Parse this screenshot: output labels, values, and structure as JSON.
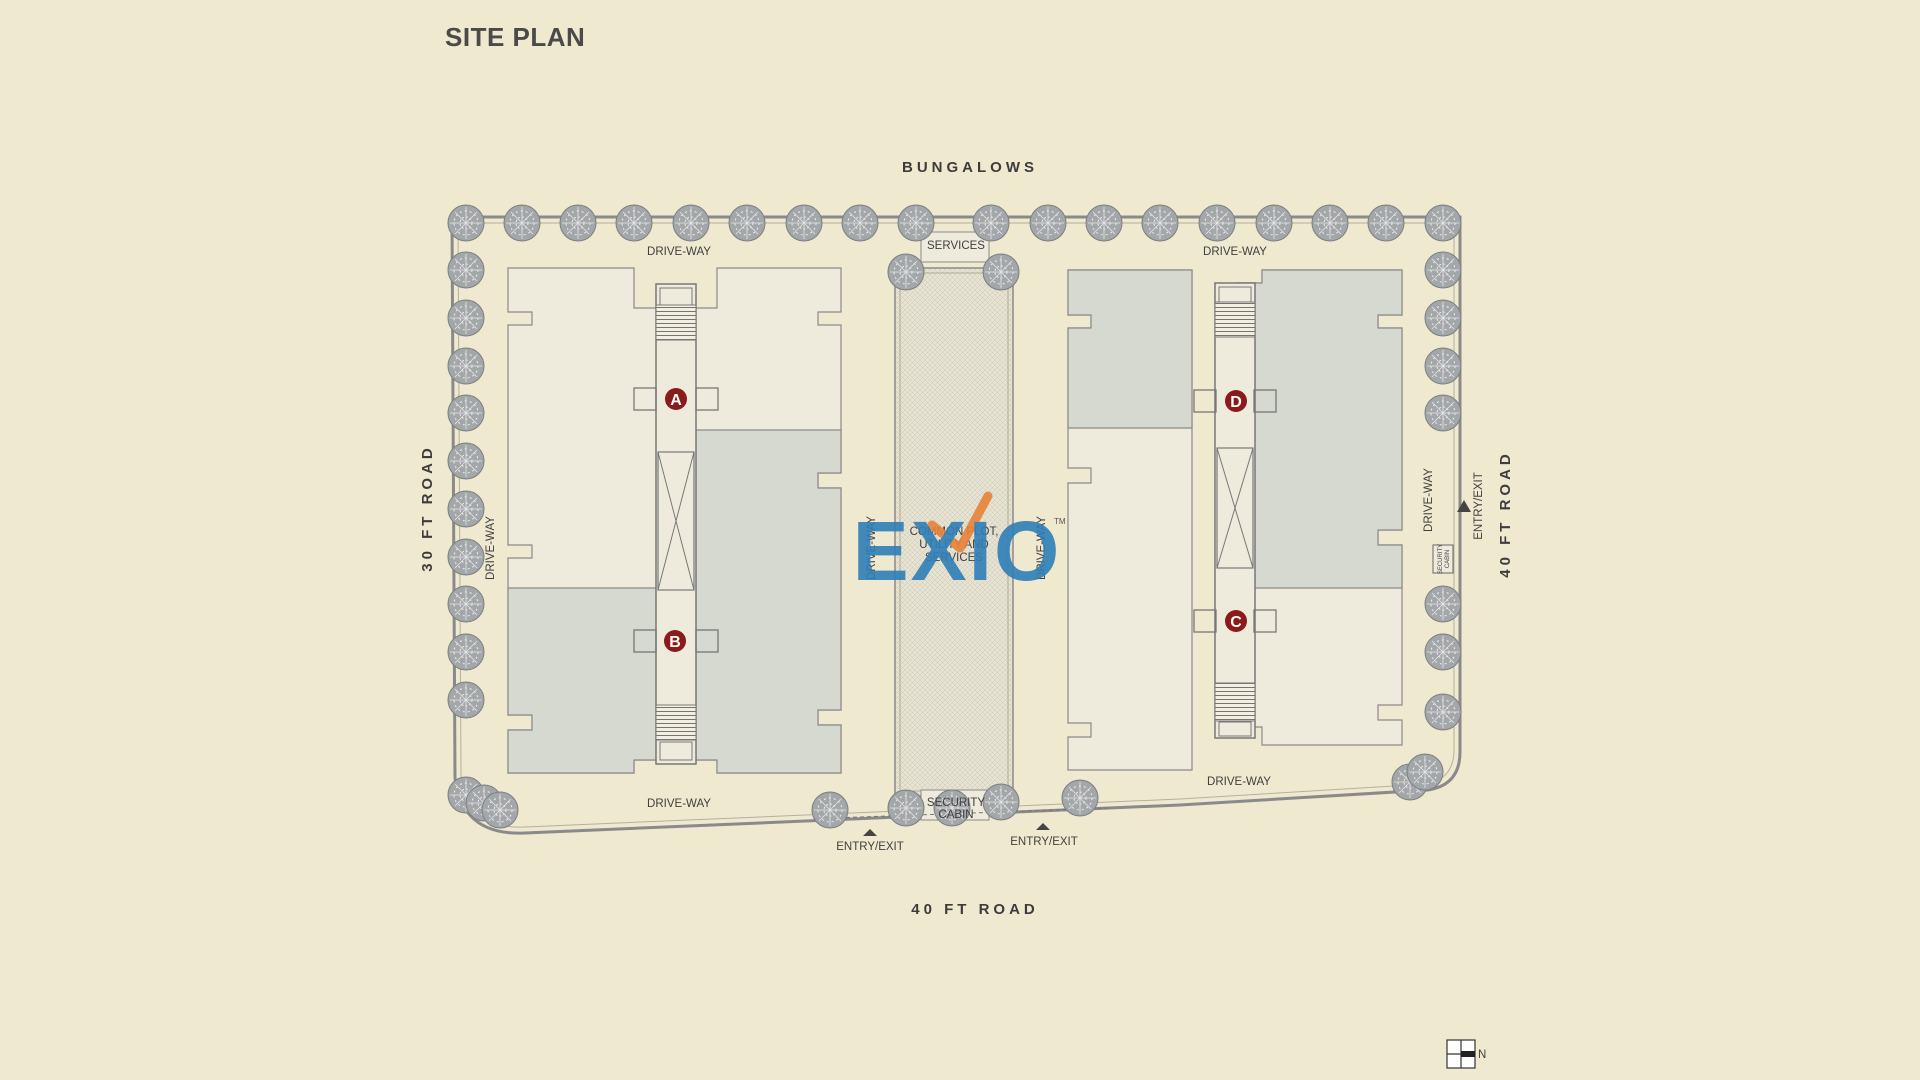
{
  "title": "SITE PLAN",
  "roads": {
    "top": "BUNGALOWS",
    "left": "30 FT ROAD",
    "right": "40 FT ROAD",
    "bottom": "40 FT ROAD"
  },
  "labels": {
    "driveway": "DRIVE-WAY",
    "services": "SERVICES",
    "common_plot": [
      "COMMON PLOT,",
      "UTILITY AND",
      "SERVICES"
    ],
    "security_cabin": [
      "SECURITY",
      "CABIN"
    ],
    "security_cabin_small": [
      "SECURITY",
      "CABIN"
    ],
    "entry_exit": "ENTRY/EXIT"
  },
  "towers": [
    "A",
    "B",
    "C",
    "D"
  ],
  "watermark": {
    "text": "EXIO",
    "tm": "TM"
  },
  "north_label": "N",
  "colors": {
    "background": "#efe9d0",
    "tower_light": "#efebdc",
    "tower_grey": "#d6d9d0",
    "tower_marker": "#8b1a1a",
    "trees": "#9da0a2",
    "watermark_blue": "#2f7fb7",
    "watermark_orange": "#e8823a"
  }
}
